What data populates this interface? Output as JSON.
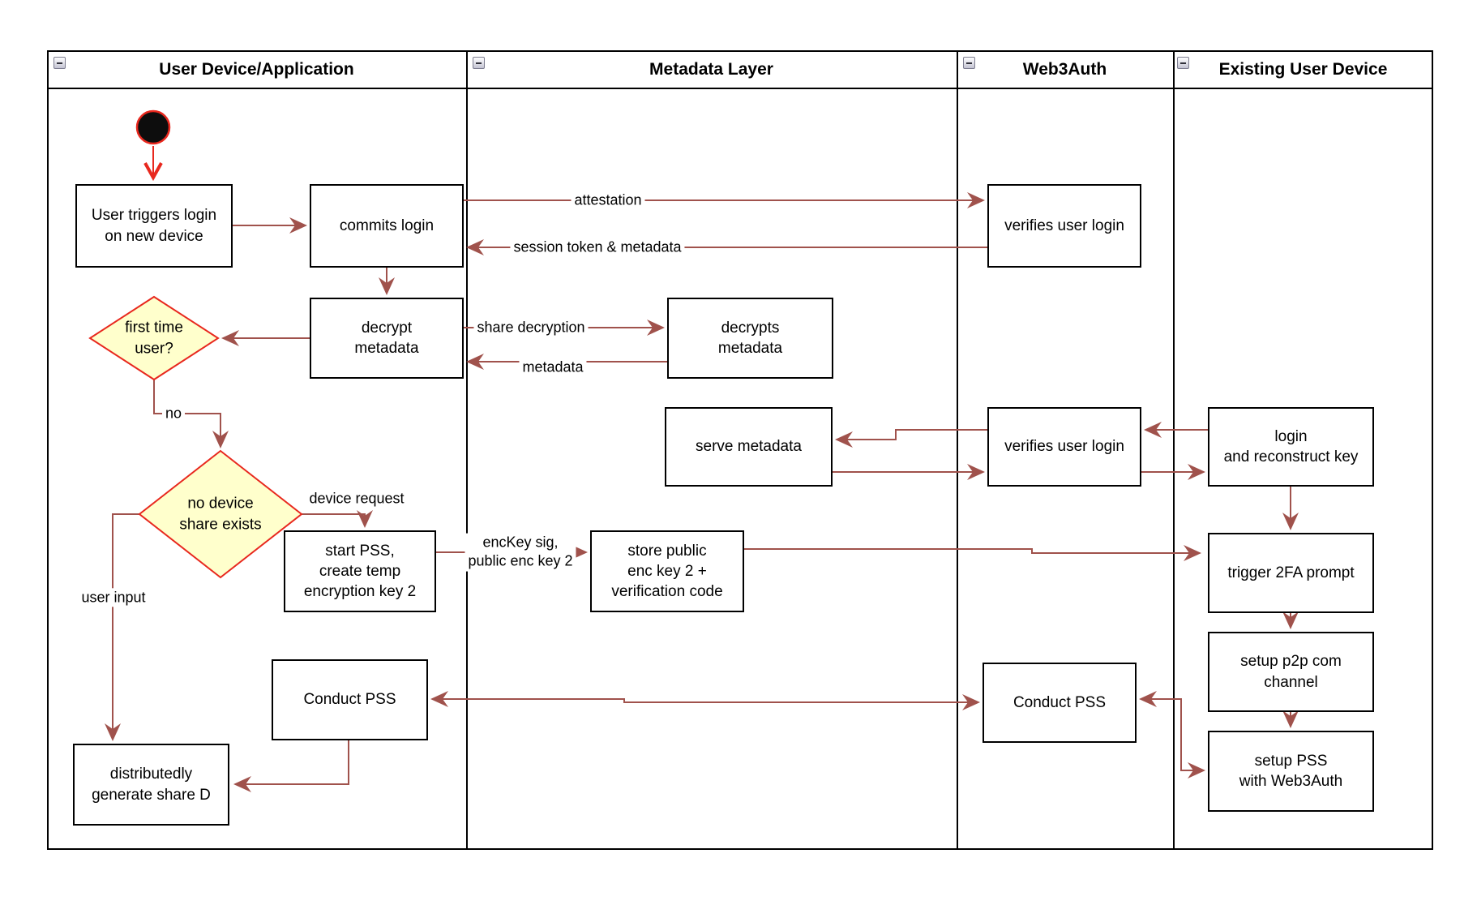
{
  "colors": {
    "arrow": "#A0524C",
    "start_arrow": "#E8281E",
    "decision_fill": "#FFFFCC",
    "decision_border": "#E8281E",
    "box_border": "#000000",
    "lane_border": "#000000"
  },
  "lanes": [
    {
      "title": "User Device/Application"
    },
    {
      "title": "Metadata Layer"
    },
    {
      "title": "Web3Auth"
    },
    {
      "title": "Existing User Device"
    }
  ],
  "nodes": {
    "user_triggers": {
      "lines": [
        "User triggers login",
        "on new device"
      ]
    },
    "commits_login": {
      "lines": [
        "commits login"
      ]
    },
    "verifies_login_1": {
      "lines": [
        "verifies user login"
      ]
    },
    "decrypt_metadata": {
      "lines": [
        "decrypt",
        "metadata"
      ]
    },
    "decrypts_metadata": {
      "lines": [
        "decrypts",
        "metadata"
      ]
    },
    "serve_metadata": {
      "lines": [
        "serve metadata"
      ]
    },
    "verifies_login_2": {
      "lines": [
        "verifies user login"
      ]
    },
    "login_reconstruct": {
      "lines": [
        "login",
        "and reconstruct key"
      ]
    },
    "start_pss": {
      "lines": [
        "start PSS,",
        "create temp",
        "encryption key 2"
      ]
    },
    "store_public": {
      "lines": [
        "store public",
        "enc key 2 +",
        "verification code"
      ]
    },
    "trigger_2fa": {
      "lines": [
        "trigger 2FA prompt"
      ]
    },
    "setup_p2p": {
      "lines": [
        "setup p2p com",
        "channel"
      ]
    },
    "setup_pss": {
      "lines": [
        "setup PSS",
        "with Web3Auth"
      ]
    },
    "conduct_pss_right": {
      "lines": [
        "Conduct PSS"
      ]
    },
    "conduct_pss_left": {
      "lines": [
        "Conduct PSS"
      ]
    },
    "distributedly": {
      "lines": [
        "distributedly",
        "generate share D"
      ]
    }
  },
  "decisions": {
    "first_time": {
      "lines": [
        "first time",
        "user?"
      ]
    },
    "no_device": {
      "lines": [
        "no device",
        "share exists"
      ]
    }
  },
  "edge_labels": {
    "attestation": "attestation",
    "session_token": "session token & metadata",
    "share_decryption": "share decryption",
    "metadata_return": "metadata",
    "no_branch": "no",
    "device_request": "device request",
    "enckey_line1": "encKey sig,",
    "enckey_line2": "public enc key 2",
    "user_input": "user input"
  }
}
